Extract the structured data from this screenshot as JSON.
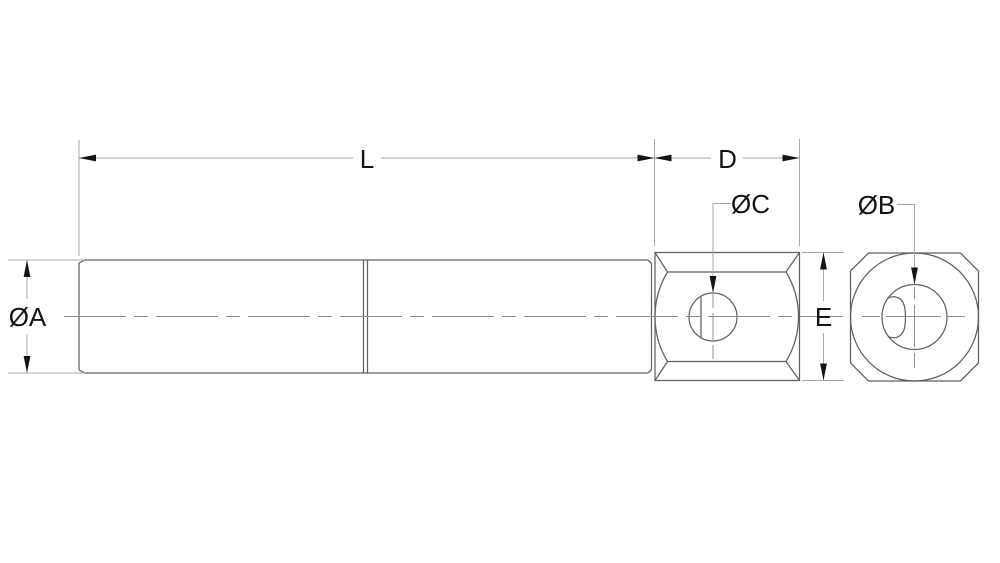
{
  "drawing": {
    "labels": {
      "length": "L",
      "head_width": "D",
      "cross_hole_dia": "ØC",
      "bore_dia": "ØB",
      "shaft_dia": "ØA",
      "head_height": "E"
    },
    "colors": {
      "background": "#ffffff",
      "object_line": "#606060",
      "dimension_line": "#a8a8a8",
      "center_line": "#909090",
      "arrow": "#141414",
      "text": "#141414"
    }
  }
}
